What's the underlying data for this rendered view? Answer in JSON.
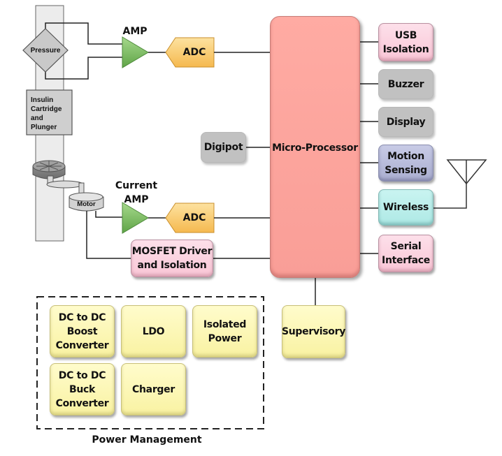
{
  "diagram": {
    "title": "Insulin Pump Block Diagram",
    "mechanical": {
      "pressure_sensor": "Pressure",
      "insulin_cartridge": "Insulin Cartridge and Plunger",
      "insulin_cartridge_lines": [
        "Insulin",
        "Cartridge",
        "and",
        "Plunger"
      ],
      "motor": "Motor"
    },
    "signal_chain": {
      "amp_label": "AMP",
      "current_amp_lines": [
        "Current",
        "AMP"
      ],
      "adc1": "ADC",
      "adc2": "ADC",
      "digipot": "Digipot",
      "mosfet_lines": [
        "MOSFET Driver",
        "and Isolation"
      ]
    },
    "processor": "Micro-Processor",
    "peripherals": {
      "usb_lines": [
        "USB",
        "Isolation"
      ],
      "buzzer": "Buzzer",
      "display": "Display",
      "motion_lines": [
        "Motion",
        "Sensing"
      ],
      "wireless": "Wireless",
      "serial_lines": [
        "Serial",
        "Interface"
      ]
    },
    "supervisory": "Supervisory",
    "power_management": {
      "group_label": "Power Management",
      "boost_lines": [
        "DC to DC",
        "Boost",
        "Converter"
      ],
      "ldo": "LDO",
      "isolated_lines": [
        "Isolated",
        "Power"
      ],
      "buck_lines": [
        "DC to DC",
        "Buck",
        "Converter"
      ],
      "charger": "Charger"
    },
    "colors": {
      "processor": "#fba49d",
      "pink": "#f9c6d6",
      "gray": "#c1c1c1",
      "lavender": "#b4b8d8",
      "cyan": "#b4ede9",
      "yellow": "#fbf5b0",
      "amp_green": "#7dc061",
      "adc_orange": "#fbcf77"
    }
  }
}
